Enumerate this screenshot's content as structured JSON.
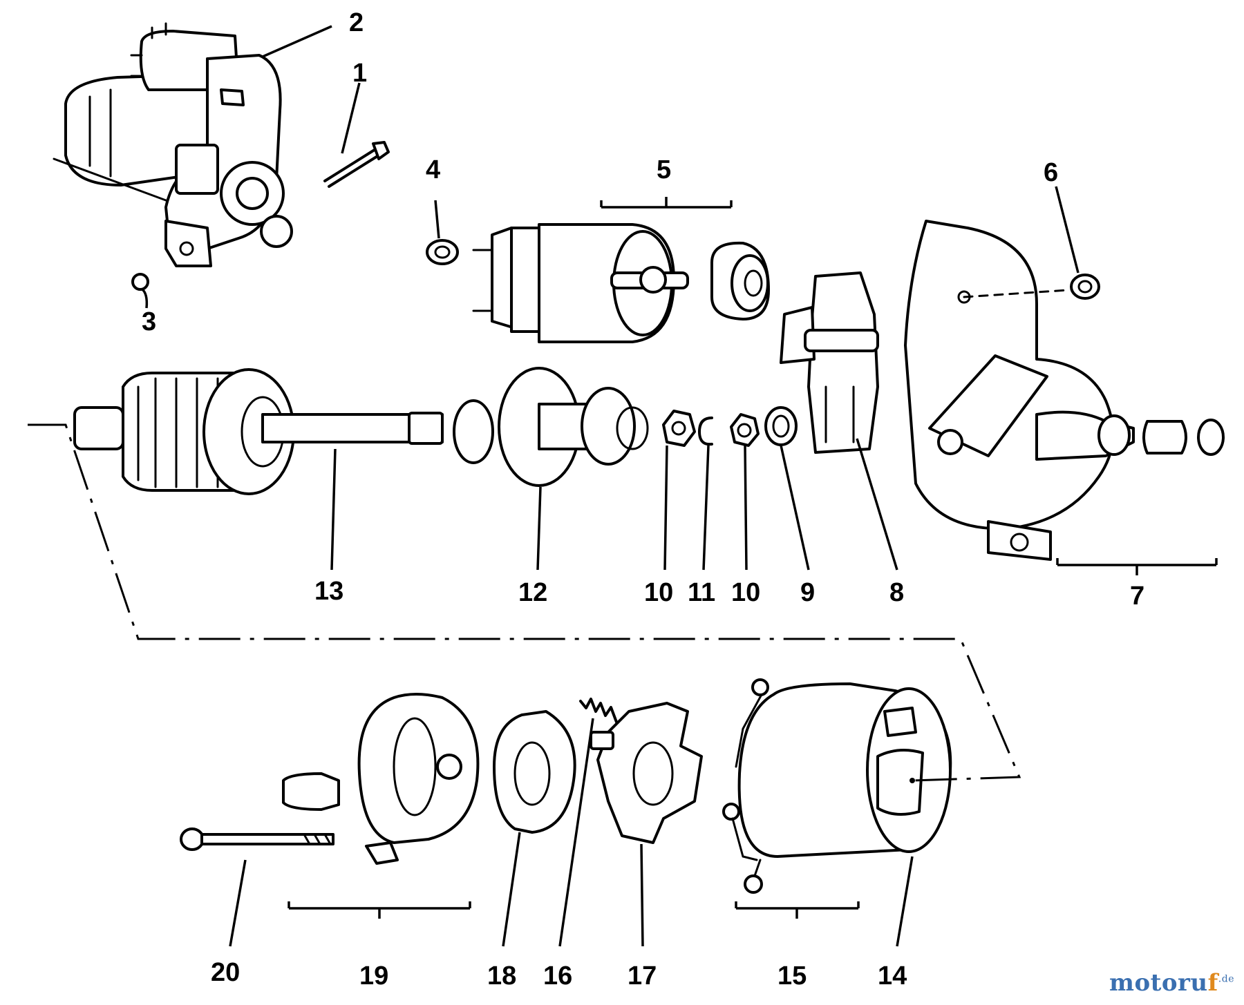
{
  "labels": {
    "p1": "1",
    "p2": "2",
    "p3": "3",
    "p4": "4",
    "p5": "5",
    "p6": "6",
    "p7": "7",
    "p8": "8",
    "p9": "9",
    "p10a": "10",
    "p11": "11",
    "p10b": "10",
    "p12": "12",
    "p13": "13",
    "p14": "14",
    "p15": "15",
    "p16": "16",
    "p17": "17",
    "p18": "18",
    "p19": "19",
    "p20": "20"
  },
  "watermark": {
    "base": "motoru",
    "accent": "f",
    "tld": ".de"
  }
}
